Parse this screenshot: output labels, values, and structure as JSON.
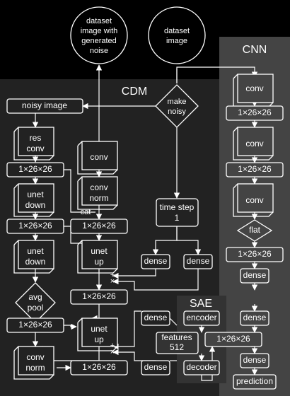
{
  "colors": {
    "background": "#000000",
    "cdm_panel": "#222222",
    "cnn_panel": "#444444",
    "sae_panel": "#333333",
    "stroke": "#ffffff"
  },
  "regions": {
    "cdm": "CDM",
    "cnn": "CNN",
    "sae": "SAE"
  },
  "inputs": {
    "noisy_dataset_image": [
      "dataset",
      "image with",
      "generated",
      "noise"
    ],
    "dataset_image": [
      "dataset",
      "image"
    ]
  },
  "decision": {
    "make_noisy": [
      "make",
      "noisy"
    ],
    "flat": "flat",
    "avg_pool": [
      "avg",
      "pool"
    ]
  },
  "cdm": {
    "noisy_image": "noisy image",
    "res_conv": [
      "res",
      "conv"
    ],
    "shape_1": "1×26×26",
    "unet_down_1": [
      "unet",
      "down"
    ],
    "shape_2": "1×26×26",
    "unet_down_2": [
      "unet",
      "down"
    ],
    "shape_3": "1×26×26",
    "conv_norm_left": [
      "conv",
      "norm"
    ],
    "conv_top": "conv",
    "conv_norm_mid": [
      "conv",
      "norm"
    ],
    "shape_4": "1×26×26",
    "cat_label": "cat",
    "unet_up_1": [
      "unet",
      "up"
    ],
    "plus_1": "+",
    "times_1": "×",
    "shape_5": "1×26×26",
    "unet_up_2": [
      "unet",
      "up"
    ],
    "plus_2": "+",
    "times_2": "×",
    "shape_6": "1×26×26",
    "time_step": [
      "time step",
      "1"
    ],
    "dense_1": "dense",
    "dense_2": "dense",
    "dense_3": "dense",
    "dense_4": "dense"
  },
  "sae": {
    "encoder": "encoder",
    "features": [
      "features",
      "512"
    ],
    "decoder": "decoder",
    "shape": "1×26×26"
  },
  "cnn": {
    "conv_1": "conv",
    "shape_1": "1×26×26",
    "conv_2": "conv",
    "shape_2": "1×26×26",
    "conv_3": "conv",
    "shape_3": "1×26×26",
    "dense_1": "dense",
    "dense_2": "dense",
    "dense_3": "dense",
    "prediction": "prediction"
  }
}
